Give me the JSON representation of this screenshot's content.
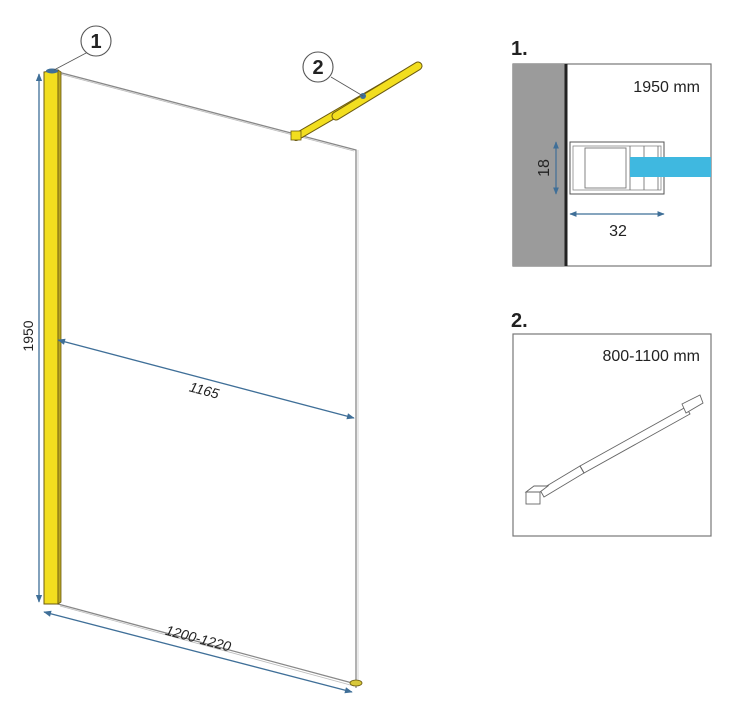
{
  "main_drawing": {
    "callout_1": "1",
    "callout_2": "2",
    "dim_height": "1950",
    "dim_glass_width": "1165",
    "dim_total_width": "1200-1220"
  },
  "detail_1": {
    "label": "1.",
    "height_text": "1950 mm",
    "dim_depth": "18",
    "dim_width": "32"
  },
  "detail_2": {
    "label": "2.",
    "length_text": "800-1100 mm"
  },
  "colors": {
    "profile_gold": "#f2de1f",
    "profile_outline": "#6b5a10",
    "dimension_blue": "#3f6f98",
    "glass_blue": "#3fb8e0",
    "wall_gray": "#9b9b9b",
    "frame_gray": "#666666"
  }
}
